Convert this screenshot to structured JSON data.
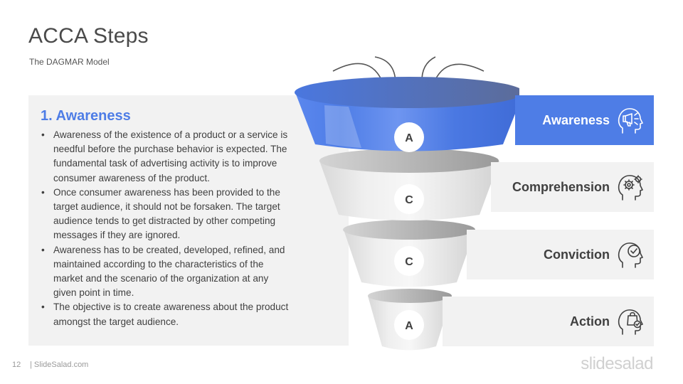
{
  "slide": {
    "title": "ACCA Steps",
    "subtitle": "The DAGMAR Model",
    "page_number": "12",
    "site": "| SlideSalad.com",
    "brand": "slidesalad"
  },
  "panel": {
    "heading": "1. Awareness",
    "bullet_glyph": "•",
    "bullets": [
      "Awareness of the existence of a product or a service is needful before the purchase behavior is expected. The fundamental task of advertising activity is to improve consumer awareness of the product.",
      "Once consumer awareness has been provided to the target audience, it should not be forsaken. The target audience tends to get distracted by other competing messages if they are ignored.",
      "Awareness has to be created, developed, refined, and maintained according to the characteristics of the market and the scenario of the organization at any given point in time.",
      "The objective is to create awareness about the product amongst the target audience."
    ]
  },
  "funnel": {
    "letters": [
      "A",
      "C",
      "C",
      "A"
    ],
    "active_color": "#4e7de6",
    "inactive_color": "#e6e6e6"
  },
  "steps": [
    {
      "label": "Awareness",
      "icon": "head-megaphone-icon",
      "active": true
    },
    {
      "label": "Comprehension",
      "icon": "head-gears-icon",
      "active": false
    },
    {
      "label": "Conviction",
      "icon": "head-checkmark-icon",
      "active": false
    },
    {
      "label": "Action",
      "icon": "head-shopping-bag-icon",
      "active": false
    }
  ]
}
